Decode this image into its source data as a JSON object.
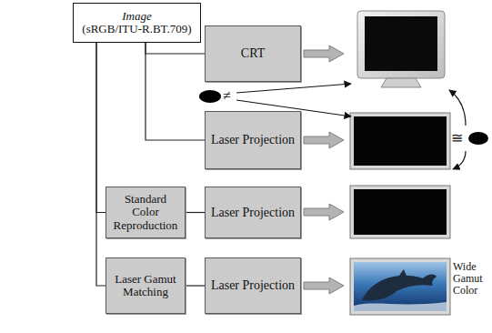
{
  "diagram": {
    "nodes": [
      {
        "text": [
          "Image",
          "(sRGB/ITU-R.BT.709)"
        ]
      },
      {
        "text": [
          "CRT"
        ]
      },
      {
        "text": [
          "Laser Projection"
        ]
      },
      {
        "text": [
          "Standard Color Reproduction"
        ]
      },
      {
        "text": [
          "Laser Projection"
        ]
      },
      {
        "text": [
          "Laser Gamut Matching"
        ]
      },
      {
        "text": [
          "Laser Projection"
        ]
      }
    ],
    "edges": [
      {
        "from": 0,
        "to": 1,
        "arrow": "none"
      },
      {
        "from": 0,
        "to": 2,
        "arrow": "none"
      },
      {
        "from": 0,
        "to": 3,
        "arrow": "none"
      },
      {
        "from": 0,
        "to": 5,
        "arrow": "none"
      },
      {
        "from": 3,
        "to": 4,
        "arrow": "none"
      },
      {
        "from": 5,
        "to": 6,
        "arrow": "none"
      }
    ],
    "labels": [
      "≠",
      "≅",
      "Wide Gamut Color"
    ]
  }
}
